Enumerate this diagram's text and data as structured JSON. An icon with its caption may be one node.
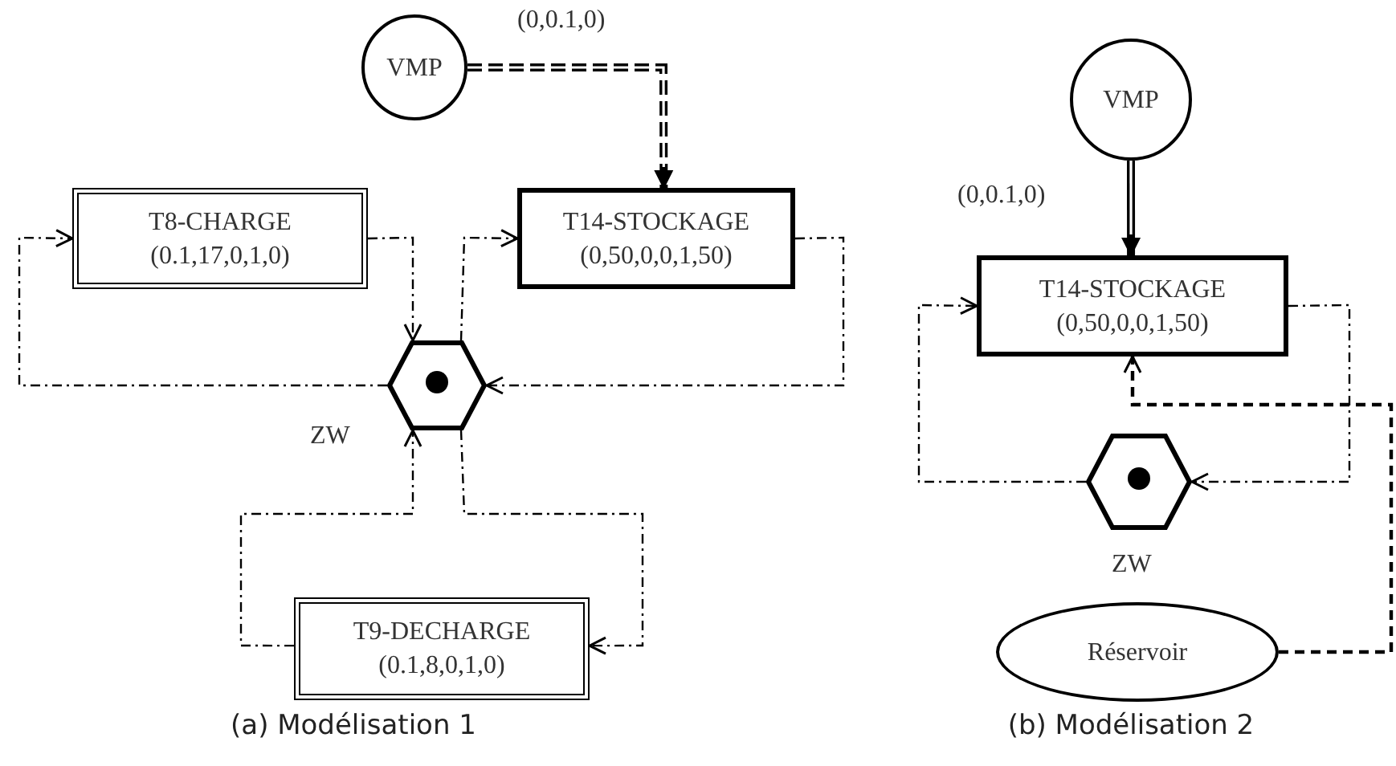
{
  "diagram": {
    "nodes": [
      {
        "text": [
          "VMP"
        ]
      },
      {
        "text": [
          "T8-CHARGE",
          "(0.1,17,0,1,0)"
        ]
      },
      {
        "text": [
          "T14-STOCKAGE",
          "(0,50,0,0,1,50)"
        ]
      },
      {
        "text": [],
        "shape": "hexagon",
        "beside": [
          "ZW"
        ]
      },
      {
        "text": [
          "T9-DECHARGE",
          "(0.1,8,0,1,0)"
        ]
      },
      {
        "text": [
          "VMP"
        ]
      },
      {
        "text": [
          "T14-STOCKAGE",
          "(0,50,0,0,1,50)"
        ]
      },
      {
        "text": [],
        "shape": "hexagon",
        "beside": [
          "ZW"
        ]
      },
      {
        "text": [
          "Réservoir"
        ]
      }
    ],
    "edges": [
      {
        "from": 0,
        "to": 2,
        "arrow": "to",
        "label": "(0,0.1,0)",
        "style": "dashed"
      },
      {
        "from": 3,
        "to": 1,
        "arrow": "to",
        "style": "dashed"
      },
      {
        "from": 1,
        "to": 3,
        "arrow": "to",
        "style": "dashed"
      },
      {
        "from": 3,
        "to": 2,
        "arrow": "to",
        "style": "dashed"
      },
      {
        "from": 2,
        "to": 3,
        "arrow": "to",
        "style": "dashed"
      },
      {
        "from": 4,
        "to": 3,
        "arrow": "to",
        "style": "dashed"
      },
      {
        "from": 3,
        "to": 4,
        "arrow": "to",
        "style": "dashed"
      },
      {
        "from": 5,
        "to": 6,
        "arrow": "to",
        "label": "(0,0.1,0)",
        "style": "thick"
      },
      {
        "from": 7,
        "to": 6,
        "arrow": "to",
        "style": "dashed"
      },
      {
        "from": 6,
        "to": 7,
        "arrow": "to",
        "style": "dashed"
      },
      {
        "from": 8,
        "to": 6,
        "arrow": "to",
        "style": "dashed"
      }
    ],
    "labels": [
      "(a) Modélisation 1",
      "(b) Modélisation 2"
    ]
  }
}
